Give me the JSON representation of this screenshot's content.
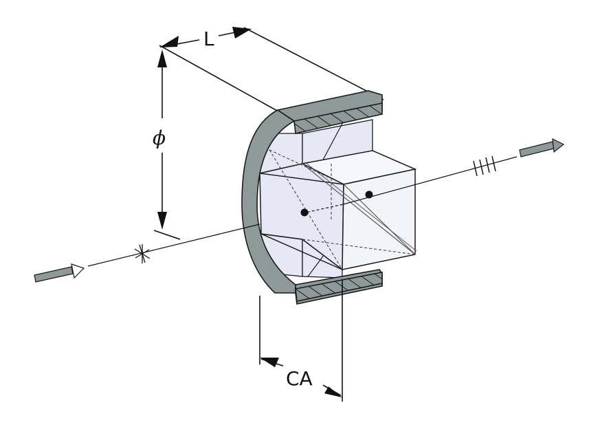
{
  "labels": {
    "length": "L",
    "diameter": "ϕ",
    "clear_aperture": "CA"
  },
  "colors": {
    "housing": "#8e9a9a",
    "housing_stroke": "#1a1a1a",
    "prism_face": "#e6e8f6",
    "line": "#111111",
    "beam_arrow": "#8e9a9a"
  },
  "icons": {
    "input_beam": "arrow-right-icon",
    "output_beam": "arrow-right-icon",
    "unpolarized_marker": "asterisk-icon",
    "polarized_marker": "parallel-lines-icon"
  }
}
